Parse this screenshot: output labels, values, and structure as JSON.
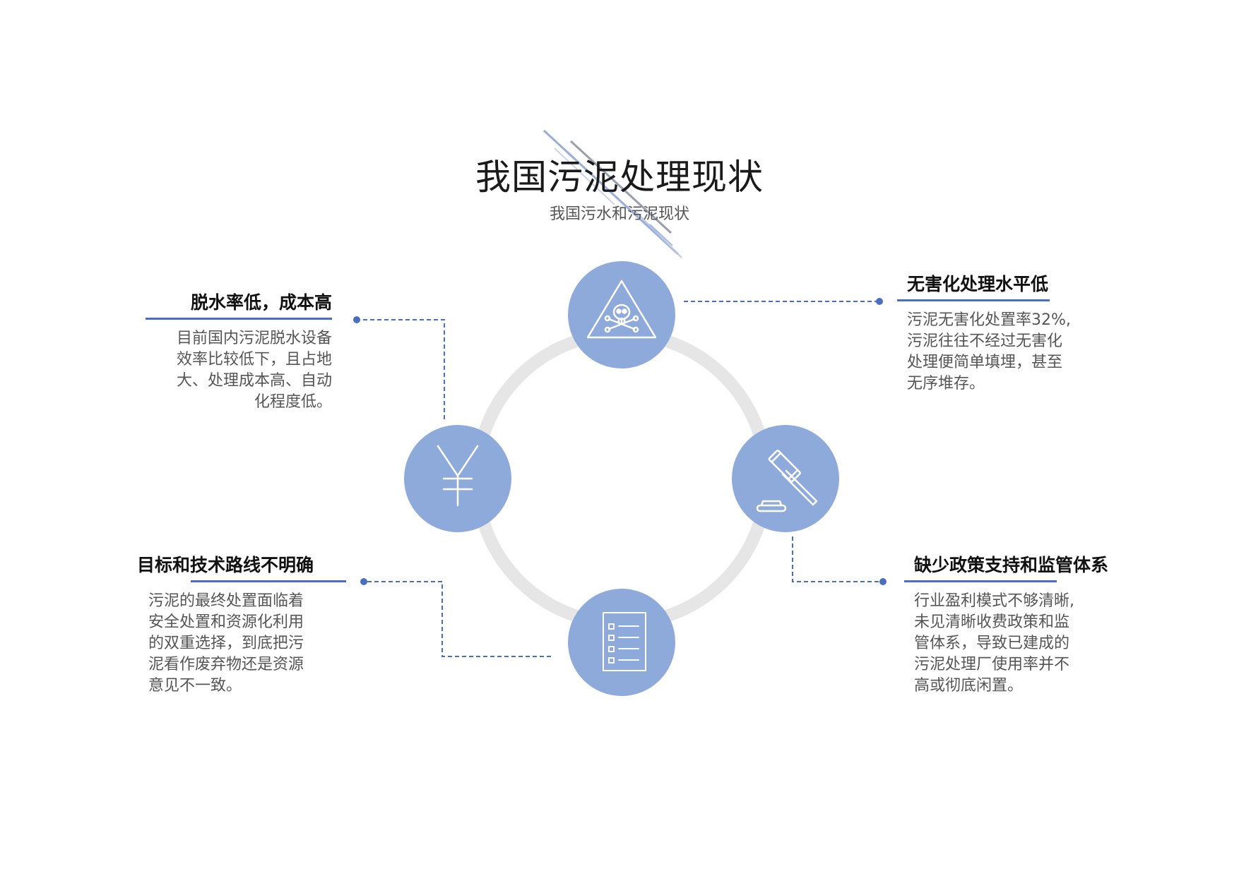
{
  "header": {
    "title": "我国污泥处理现状",
    "subtitle": "我国污水和污泥现状"
  },
  "colors": {
    "accent": "#4a6fbf",
    "circle_fill": "#8eaadb",
    "ring": "#e6e6e6",
    "title_text": "#1a1a1a",
    "body_text": "#555555"
  },
  "nodes": [
    {
      "icon": "hazard-skull-icon"
    },
    {
      "icon": "gavel-icon"
    },
    {
      "icon": "checklist-icon"
    },
    {
      "icon": "yuan-icon"
    }
  ],
  "items": {
    "top_left": {
      "heading": "脱水率低，成本高",
      "body": [
        "目前国内污泥脱水设备",
        "效率比较低下，且占地",
        "大、处理成本高、自动",
        "化程度低。"
      ]
    },
    "top_right": {
      "heading": "无害化处理水平低",
      "body": [
        "污泥无害化处置率32%,",
        "污泥往往不经过无害化",
        "处理便简单填埋，甚至",
        "无序堆存。"
      ]
    },
    "bottom_left": {
      "heading": "目标和技术路线不明确",
      "body": [
        "污泥的最终处置面临着",
        "安全处置和资源化利用",
        "的双重选择，到底把污",
        "泥看作废弃物还是资源",
        "意见不一致。"
      ]
    },
    "bottom_right": {
      "heading": "缺少政策支持和监管体系",
      "body": [
        "行业盈利模式不够清晰,",
        "未见清晰收费政策和监",
        "管体系，导致已建成的",
        "污泥处理厂使用率并不",
        "高或彻底闲置。"
      ]
    }
  }
}
